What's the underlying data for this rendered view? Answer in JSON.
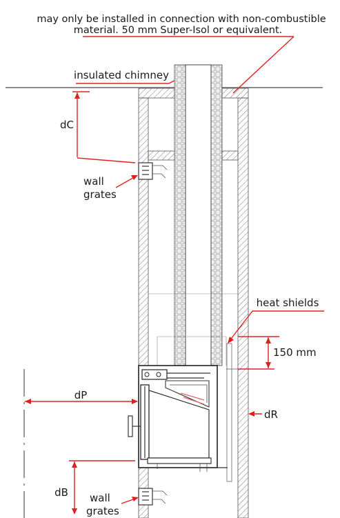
{
  "caption": {
    "line1": "may only be installed in connection with non-combustible",
    "line2": "material. 50 mm Super-Isol or equivalent."
  },
  "labels": {
    "insulated_chimney": "insulated chimney",
    "dC": "dC",
    "wall_grates_top_1": "wall",
    "wall_grates_top_2": "grates",
    "heat_shields": "heat shields",
    "dim_150": "150 mm",
    "dP": "dP",
    "dR": "dR",
    "dB": "dB",
    "wall_grates_bottom_1": "wall",
    "wall_grates_bottom_2": "grates"
  },
  "colors": {
    "annotation": "#e02020",
    "line": "#333333",
    "hatch": "#7a7a7a"
  }
}
